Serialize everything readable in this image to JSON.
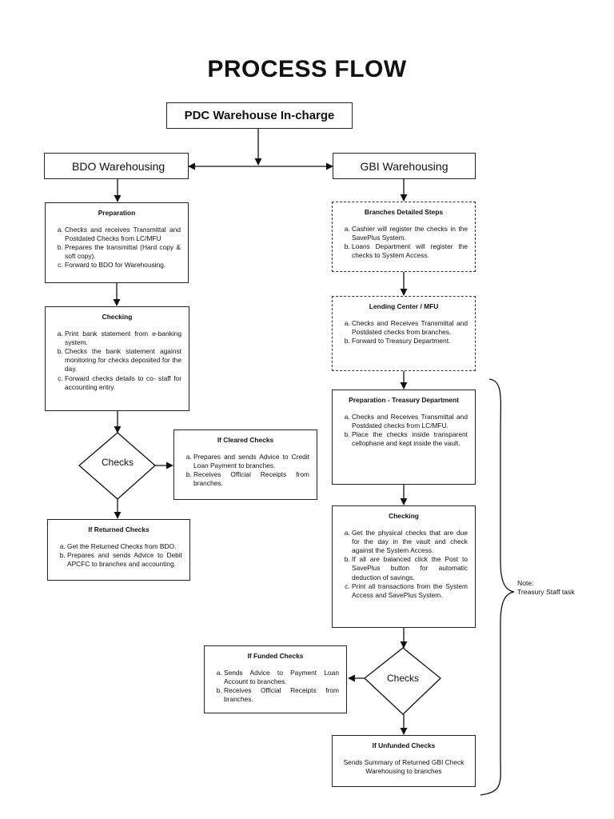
{
  "title": "PROCESS FLOW",
  "top_box": "PDC Warehouse In-charge",
  "bdo": {
    "header": "BDO Warehousing",
    "preparation": {
      "title": "Preparation",
      "items": [
        "Checks and receives Transmittal and Postdated Checks from LC/MFU",
        "Prepares the transmittal (Hard copy & soft copy).",
        "Forward to BDO for Warehousing."
      ]
    },
    "checking": {
      "title": "Checking",
      "items": [
        "Print bank statement from e-banking system.",
        "Checks the bank statement against monitoring for checks deposited for the day.",
        "Forward checks details to co- staff for accounting entry."
      ]
    },
    "decision": "Checks",
    "cleared": {
      "title": "If Cleared Checks",
      "items": [
        "Prepares and sends Advice to Credit Loan Payment to branches.",
        "Receives Official Receipts from branches."
      ]
    },
    "returned": {
      "title": "If Returned Checks",
      "items": [
        "Get the Returned Checks from BDO.",
        "Prepares and sends Advice to Debit APCFC to branches and accounting."
      ]
    }
  },
  "gbi": {
    "header": "GBI Warehousing",
    "branches": {
      "title": "Branches Detailed Steps",
      "items": [
        "Cashier will register the checks in the SavePlus System.",
        "Loans Department will register the checks to System Access."
      ]
    },
    "lending": {
      "title": "Lending Center / MFU",
      "items": [
        "Checks and Receives Transmittal and Postdated checks from branches.",
        "Forward to Treasury Department."
      ]
    },
    "preparation": {
      "title": "Preparation - Treasury Department",
      "items": [
        "Checks and Receives Transmittal and Postdated checks from LC/MFU.",
        "Place the checks inside transparent cellophane and kept inside the vault."
      ]
    },
    "checking": {
      "title": "Checking",
      "items": [
        "Get the physical checks that are due for the day in the vault and check against the System Access.",
        "If all are balanced click the Post to SavePlus button for automatic deduction of savings.",
        "Print all transactions from the System Access and SavePlus System."
      ]
    },
    "decision": "Checks",
    "funded": {
      "title": "If Funded Checks",
      "items": [
        "Sends Advice to Payment Loan Account to branches.",
        "Receives Official Receipts from branches."
      ]
    },
    "unfunded": {
      "title": "If Unfunded Checks",
      "text": "Sends Summary of Returned GBI Check Warehousing to branches"
    }
  },
  "note": {
    "label": "Note:",
    "text": "Treasury Staff task"
  }
}
